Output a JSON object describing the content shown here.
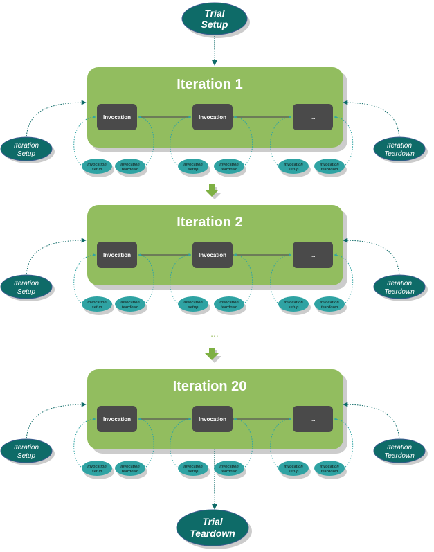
{
  "diagram": {
    "trial_setup": {
      "line1": "Trial",
      "line2": "Setup"
    },
    "trial_teardown": {
      "line1": "Trial",
      "line2": "Teardown"
    },
    "iteration_setup": {
      "line1": "Iteration",
      "line2": "Setup"
    },
    "iteration_teardown": {
      "line1": "Iteration",
      "line2": "Teardown"
    },
    "invocation_setup": {
      "line1": "Invocation",
      "line2": "setup"
    },
    "invocation_teardown": {
      "line1": "Invocation",
      "line2": "teardown"
    },
    "between_iterations": "...",
    "iterations": [
      {
        "title": "Iteration 1",
        "boxes": [
          "Invocation",
          "Invocation",
          "..."
        ]
      },
      {
        "title": "Iteration 2",
        "boxes": [
          "Invocation",
          "Invocation",
          "..."
        ]
      },
      {
        "title": "Iteration 20",
        "boxes": [
          "Invocation",
          "Invocation",
          "..."
        ]
      }
    ],
    "colors": {
      "iteration_panel": "#92bd5f",
      "invocation_box": "#4a4a4a",
      "dark_teal": "#0e6b68",
      "light_teal": "#2fa3a3",
      "shadow": "#cccccc",
      "arrow_green": "#7eb043"
    }
  }
}
